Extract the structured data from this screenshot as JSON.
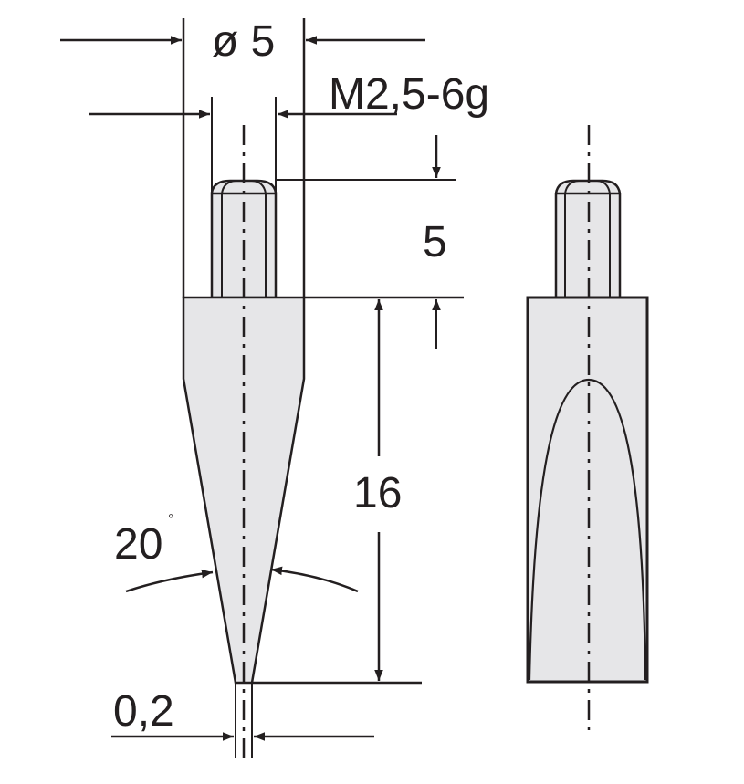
{
  "drawing": {
    "colors": {
      "line": "#231f20",
      "fill": "#e6e6e8",
      "background": "#ffffff"
    },
    "dimensions": {
      "body_diameter": "ø 5",
      "thread": "M2,5-6g",
      "thread_length": "5",
      "body_length": "16",
      "cone_angle": "20",
      "cone_angle_unit": "°",
      "tip_width": "0,2"
    },
    "views": [
      {
        "name": "front-view",
        "description": "Conical stylus tip with threaded shank"
      },
      {
        "name": "side-view",
        "description": "Side view showing flat with parabolic edge"
      }
    ]
  }
}
